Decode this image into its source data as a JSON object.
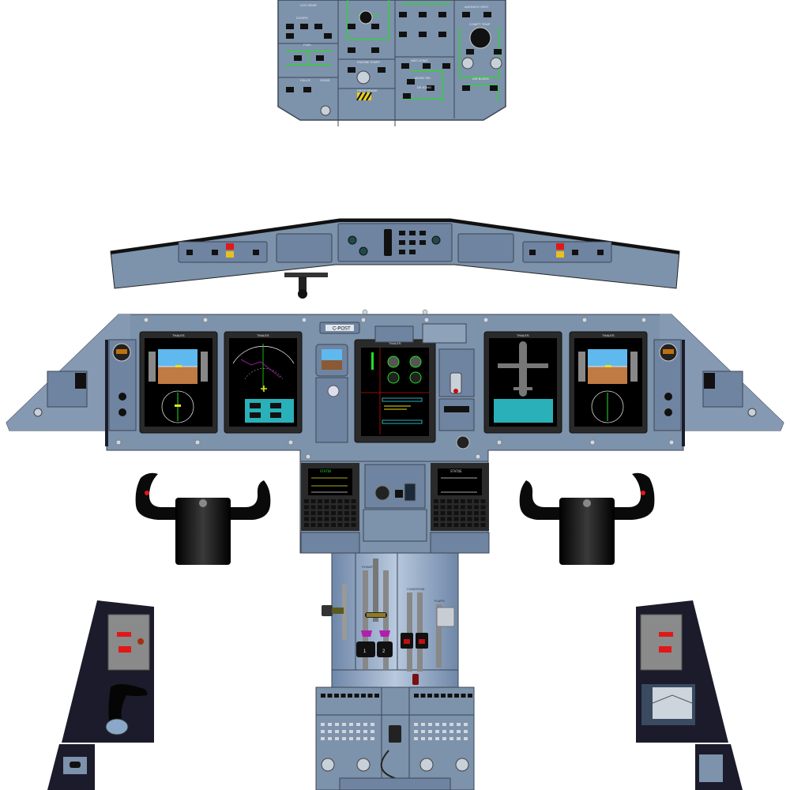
{
  "colors": {
    "panel": "#7d92ab",
    "panel_dark": "#5f7390",
    "console": "#1b1b2b",
    "screen": "#000000",
    "annunciator_green": "#22e022",
    "mfd_teal": "#2ab0b8",
    "sky": "#5fb8ee",
    "ground": "#c07a44",
    "throttle_purple": "#b01fb0",
    "warning_red": "#e01818"
  },
  "overhead": {
    "labels": [
      "LDG GEAR",
      "DOORS",
      "FUEL",
      "CALLS",
      "SIGNS",
      "ENGINE START",
      "PROP BRAKE",
      "ANTI-ICING",
      "MODE SEL",
      "DE-ICING",
      "AVIONICS VENT",
      "COMPT TEMP",
      "AIR BLEED"
    ]
  },
  "glareshield": {
    "icons": [
      "standby-compass-icon"
    ]
  },
  "main_panel": {
    "registration": "C-POST",
    "bezel_brand": "THALES",
    "displays": [
      {
        "name": "captain-pfd"
      },
      {
        "name": "captain-nd"
      },
      {
        "name": "eicas"
      },
      {
        "name": "mfd"
      },
      {
        "name": "fo-pfd"
      }
    ]
  },
  "pedestal": {
    "mcdu_left_title": "STATUS",
    "mcdu_right_title": "STATUS",
    "power_label": "POWER",
    "condition_label": "CONDITION",
    "flaps_label": "FLAPS",
    "engine_1": "1",
    "engine_2": "2"
  }
}
